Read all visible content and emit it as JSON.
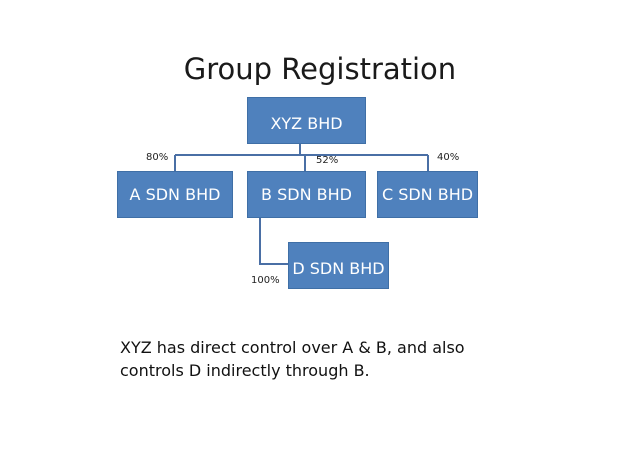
{
  "title": "Group Registration",
  "nodes": {
    "xyz": "XYZ BHD",
    "a": "A SDN BHD",
    "b": "B SDN BHD",
    "c": "C SDN BHD",
    "d": "D SDN BHD"
  },
  "ownership": {
    "a": "80%",
    "b": "52%",
    "c": "40%",
    "d": "100%"
  },
  "note": {
    "line1": "XYZ has direct control over A & B, and also",
    "line2": "controls D indirectly through B."
  },
  "colors": {
    "box_fill": "#4f81bd",
    "connector": "#4a6fa5"
  }
}
